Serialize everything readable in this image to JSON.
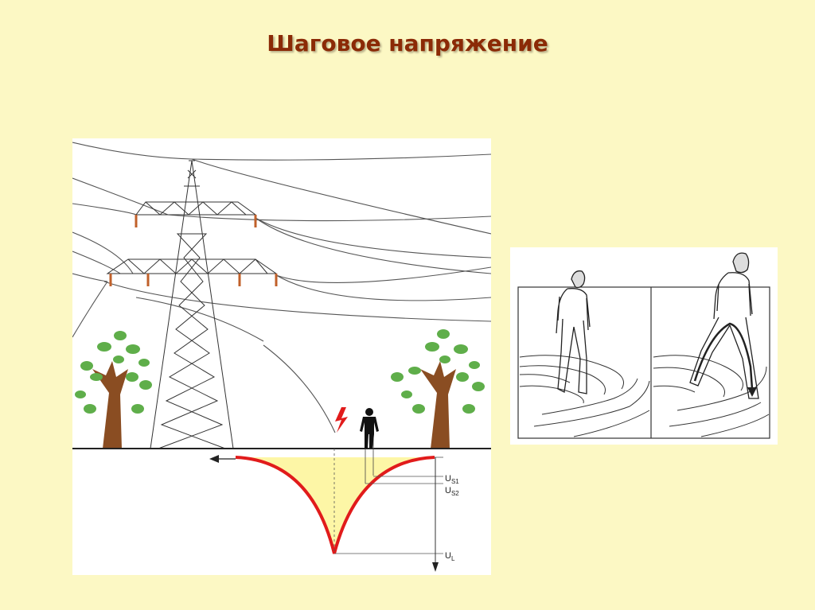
{
  "title": "Шаговое напряжение",
  "diagram": {
    "labels": {
      "us1": {
        "main": "U",
        "sub": "S1"
      },
      "us2": {
        "main": "U",
        "sub": "S2"
      },
      "ul": {
        "main": "U",
        "sub": "L"
      }
    }
  },
  "colors": {
    "background": "#fcf8c4",
    "title": "#8b2a06",
    "potential_curve": "#e11b1b",
    "potential_fill": "#fdf6a6",
    "insulator": "#c0602a",
    "tree_leaf": "#5fae4a",
    "tree_trunk": "#8a4d22",
    "lightning": "#e11b1b"
  },
  "icons": [
    "lightning-icon",
    "person-icon",
    "tree-icon",
    "pylon-icon",
    "arrow-left-icon",
    "arrow-down-icon"
  ]
}
